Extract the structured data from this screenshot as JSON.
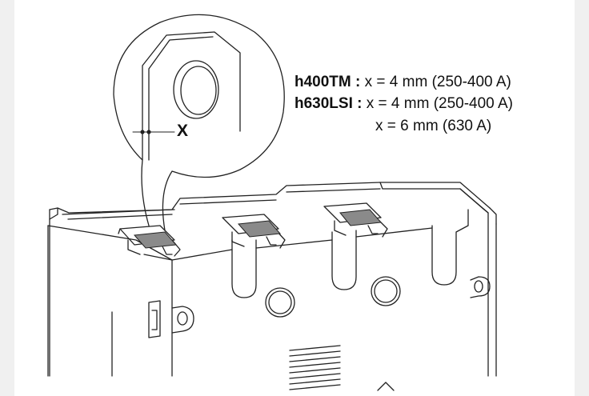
{
  "specs": [
    {
      "model": "h400TM :",
      "value": "x = 4 mm (250-400 A)"
    },
    {
      "model": "h630LSI :",
      "value": "x = 4 mm (250-400 A)"
    },
    {
      "model": "",
      "value": "x = 6 mm (630 A)"
    }
  ],
  "dimension_label": "X",
  "colors": {
    "background": "#f0f0f0",
    "panel": "#ffffff",
    "line": "#222222",
    "terminal_fill": "#8a8a8a"
  }
}
